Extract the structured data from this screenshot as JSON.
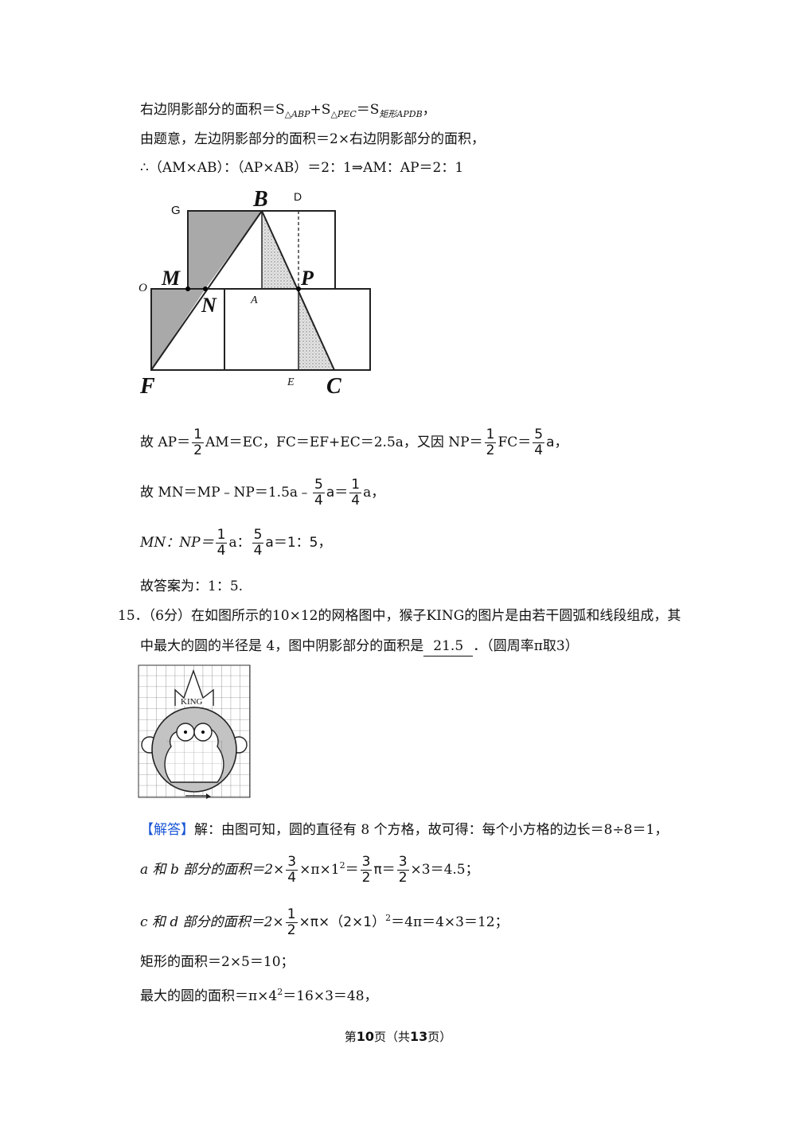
{
  "lines": {
    "l1_a": "右边阴影部分的面积＝S",
    "l1_sub1": "△ABP",
    "l1_b": "+S",
    "l1_sub2": "△PEC",
    "l1_c": "＝S",
    "l1_sub3": "矩形APDB",
    "l1_d": "，",
    "l2": "由题意，左边阴影部分的面积＝2×右边阴影部分的面积，",
    "l3": "∴（AM×AB）：（AP×AB）＝2：1⇒AM：AP＝2：1",
    "l4_a": "故 AP＝",
    "l4_f1n": "1",
    "l4_f1d": "2",
    "l4_b": "AM＝EC，FC＝EF+EC＝2.5a，又因 NP＝",
    "l4_f2n": "1",
    "l4_f2d": "2",
    "l4_c": "FC＝",
    "l4_f3n": "5",
    "l4_f3d": "4",
    "l4_d": "a，",
    "l5_a": "故 MN＝MP﹣NP＝1.5a﹣",
    "l5_f1n": "5",
    "l5_f1d": "4",
    "l5_b": "a＝",
    "l5_f2n": "1",
    "l5_f2d": "4",
    "l5_c": "a，",
    "l6_a": "MN：NP＝",
    "l6_f1n": "1",
    "l6_f1d": "4",
    "l6_b": "a：",
    "l6_f2n": "5",
    "l6_f2d": "4",
    "l6_c": "a＝1：5，",
    "l7": "故答案为：1：5.",
    "q15_a": "15．（6分）在如图所示的10×12的网格图中，猴子KING的图片是由若干圆弧和线段组成，其",
    "q15_b": "中最大的圆的半径是 4，图中阴影部分的面积是",
    "q15_answer": "21.5",
    "q15_c": "．（圆周率π取3）",
    "s1_tag": "【解答】",
    "s1": "解：由图可知，圆的直径有 8 个方格，故可得：每个小方格的边长＝8÷8＝1，",
    "s2_a": "a 和 b 部分的面积＝2×",
    "s2_f1n": "3",
    "s2_f1d": "4",
    "s2_b": "×π×1",
    "s2_sup": "2",
    "s2_c": "＝",
    "s2_f2n": "3",
    "s2_f2d": "2",
    "s2_d": "π＝",
    "s2_f3n": "3",
    "s2_f3d": "2",
    "s2_e": "×3＝4.5；",
    "s3_a": "c 和 d 部分的面积＝2×",
    "s3_f1n": "1",
    "s3_f1d": "2",
    "s3_b": "×π×（2×1）",
    "s3_sup": "2",
    "s3_c": "＝4π＝4×3＝12；",
    "s4": "矩形的面积＝2×5＝10；",
    "s5_a": "最大的圆的面积＝π×4",
    "s5_sup": "2",
    "s5_b": "＝16×3＝48，"
  },
  "figure1_labels": {
    "G": "G",
    "B": "B",
    "D": "D",
    "M": "M",
    "O": "O",
    "N": "N",
    "A": "A",
    "P": "P",
    "F": "F",
    "E": "E",
    "C": "C"
  },
  "figure2_label": "KING",
  "footer": {
    "pre": "第",
    "page": "10",
    "mid": "页（共",
    "total": "13",
    "post": "页）"
  }
}
